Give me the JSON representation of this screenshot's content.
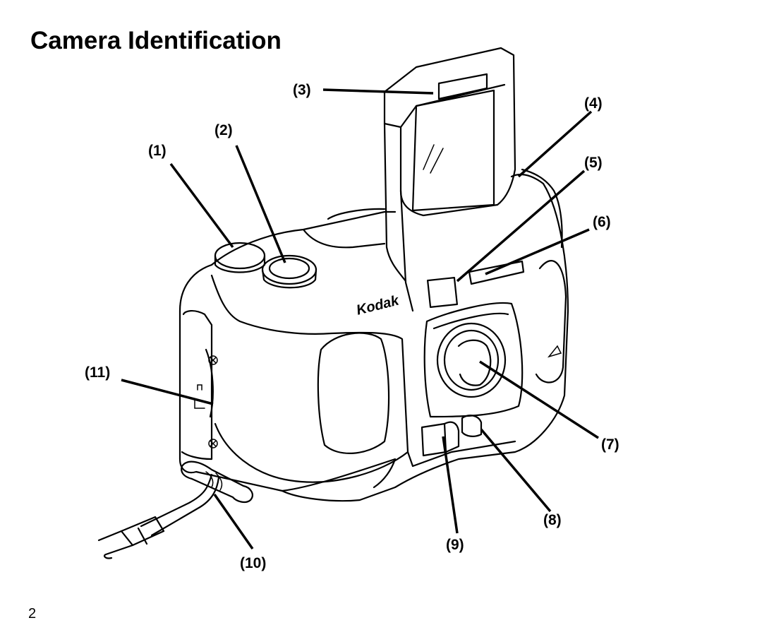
{
  "page": {
    "title": "Camera Identification",
    "page_number": "2"
  },
  "callouts": [
    "(1)",
    "(2)",
    "(3)",
    "(4)",
    "(5)",
    "(6)",
    "(7)",
    "(8)",
    "(9)",
    "(10)",
    "(11)"
  ],
  "camera": {
    "brand_logo": "Kodak"
  }
}
